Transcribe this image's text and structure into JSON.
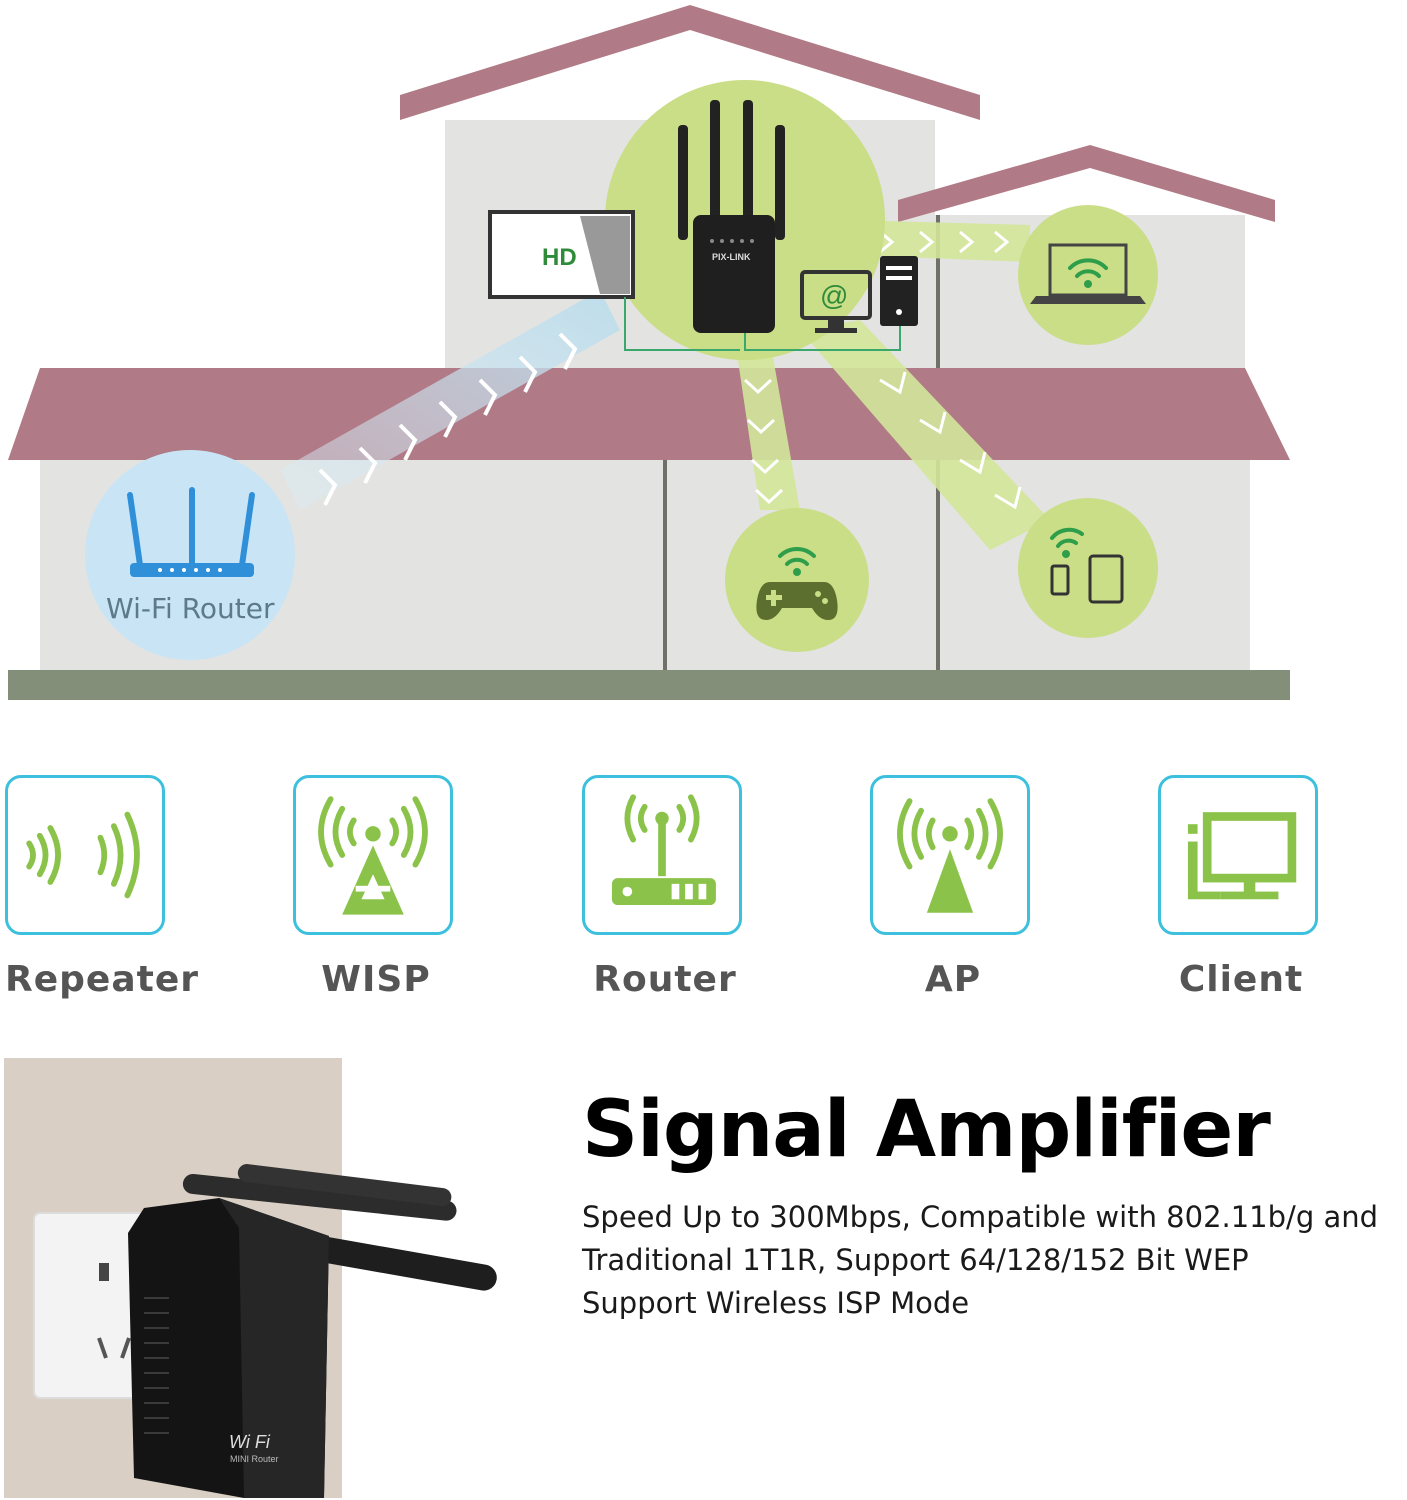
{
  "scene": {
    "tv_label": "HD",
    "router_label": "Wi-Fi Router",
    "extender_brand": "PIX-LINK",
    "email_symbol": "@",
    "colors": {
      "roof": "#b07a86",
      "wall": "#e3e3e1",
      "ground": "#848f7a",
      "green": "#8bc34a",
      "light_green": "#d3e69a",
      "blue_circle": "#c9e5f5",
      "router_blue": "#2f8fd8"
    }
  },
  "modes": [
    {
      "label": "Repeater",
      "icon": "repeater-waves-icon"
    },
    {
      "label": "WISP",
      "icon": "wisp-tower-icon"
    },
    {
      "label": "Router",
      "icon": "router-icon"
    },
    {
      "label": "AP",
      "icon": "ap-antenna-icon"
    },
    {
      "label": "Client",
      "icon": "client-computer-icon"
    }
  ],
  "product": {
    "device_wifi": "Wi Fi",
    "device_sub": "MINI Router"
  },
  "headline": "Signal Amplifier",
  "description": [
    "Speed Up to 300Mbps, Compatible with 802.11b/g and",
    "Traditional 1T1R, Support 64/128/152 Bit WEP",
    "Support Wireless ISP Mode"
  ],
  "colors": {
    "accent_border": "#3cc0dd",
    "icon_green": "#8bc34a",
    "label_gray": "#555555"
  }
}
